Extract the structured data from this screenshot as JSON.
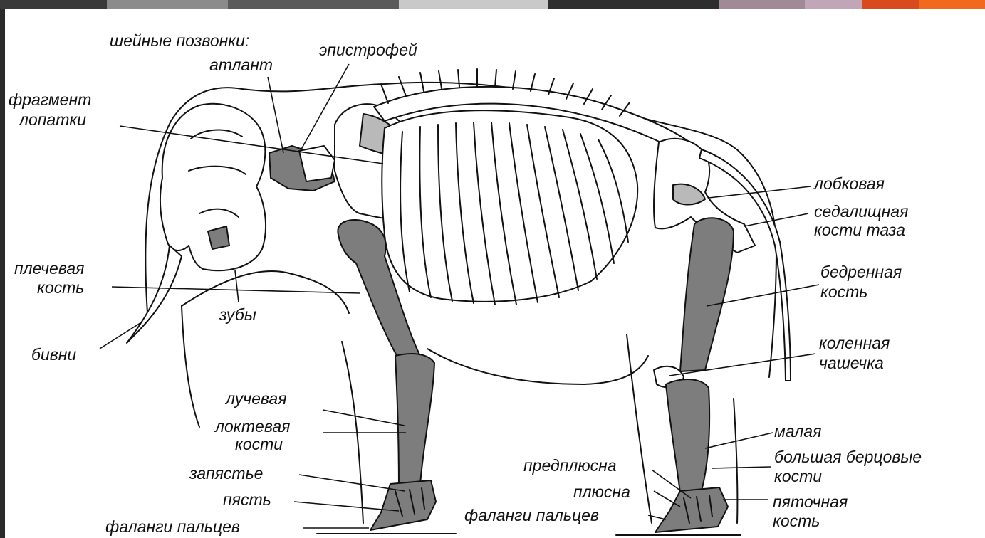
{
  "colors": {
    "bone_fill": "#ffffff",
    "shaded_bone": "#7d7d7d",
    "light_shade": "#b9b9b9",
    "ink": "#111111",
    "strip": [
      "#3a3a3a",
      "#8b8b8b",
      "#5a5a5a",
      "#c9c9c9",
      "#2e2e2e",
      "#9f8a96",
      "#c0a6b7",
      "#d94a1e",
      "#f0691c"
    ]
  },
  "labels": {
    "cervical": "шейные позвонки:",
    "atlas": "атлант",
    "axis": "эпистрофей",
    "scapula_1": "фрагмент",
    "scapula_2": "лопатки",
    "humerus_1": "плечевая",
    "humerus_2": "кость",
    "teeth": "зубы",
    "tusks": "бивни",
    "radius": "лучевая",
    "ulna_1": "локтевая",
    "ulna_2": "кости",
    "carpus": "запястье",
    "metacarpus": "пясть",
    "front_phalanges": "фаланги пальцев",
    "pubis": "лобковая",
    "ischium_1": "седалищная",
    "ischium_2": "кости таза",
    "femur_1": "бедренная",
    "femur_2": "кость",
    "patella_1": "коленная",
    "patella_2": "чашечка",
    "fibula": "малая",
    "tibia_1": "большая берцовые",
    "tibia_2": "кости",
    "tarsus": "предплюсна",
    "metatarsus": "плюсна",
    "rear_phalanges": "фаланги пальцев",
    "calcaneus_1": "пяточная",
    "calcaneus_2": "кость"
  }
}
